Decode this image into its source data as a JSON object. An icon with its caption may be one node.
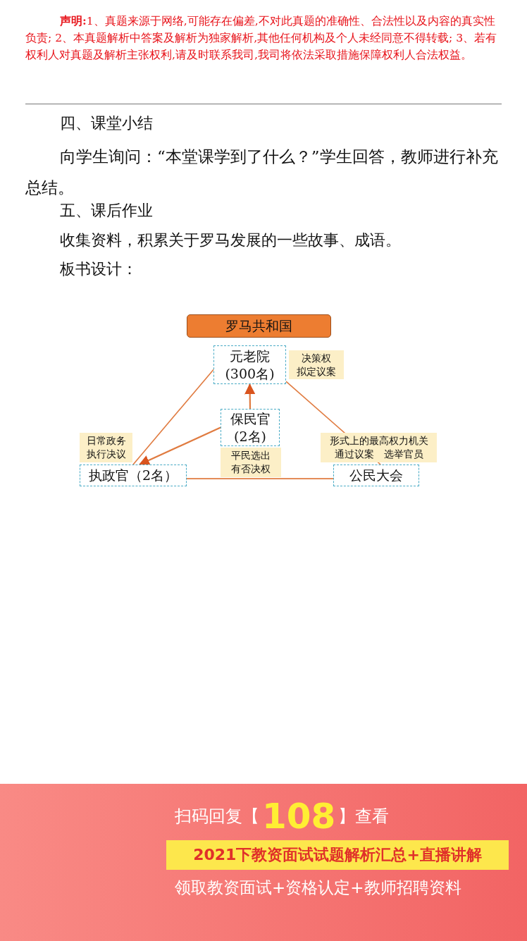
{
  "diagram": {
    "nodes": [
      {
        "text": [
          "罗马共和国"
        ]
      },
      {
        "text": [
          "元老院(300名)"
        ],
        "beside": [
          "决策权拟定议案"
        ]
      },
      {
        "text": [
          "保民官(2名)"
        ],
        "beside": [
          "平民选出有否决权"
        ]
      },
      {
        "text": [
          "执政官（2名）"
        ],
        "beside": [
          "日常政务执行决议"
        ]
      },
      {
        "text": [
          "公民大会"
        ],
        "beside": [
          "形式上的最高权力机关通过议案　选举官员"
        ]
      }
    ],
    "edges": [
      {
        "from": 3,
        "to": 1,
        "arrow": "none"
      },
      {
        "from": 2,
        "to": 1,
        "arrow": "to"
      },
      {
        "from": 2,
        "to": 3,
        "arrow": "to"
      },
      {
        "from": 1,
        "to": 4,
        "arrow": "none"
      },
      {
        "from": 3,
        "to": 4,
        "arrow": "none"
      }
    ],
    "labels": [
      "**声明:**1、真题来源于网络,可能存在偏差,不对此真题的准确性、合法性以及内容的真实性负责; 2、本真题解析中答案及解析为独家解析,其他任何机构及个人未经同意不得转载; 3、若有权利人对真题及解析主张权利,请及时联系我司,我司将依法采取措施保障权利人合法权益。",
      "四、课堂小结",
      "向学生询问：“本堂课学到了什么？”学生回答，教师进行补充总结。",
      "五、课后作业",
      "收集资料，积累关于罗马发展的一些故事、成语。",
      "板书设计：",
      "扫码回复【",
      "108",
      "】查看",
      "2021下教资面试试题解析汇总+直播讲解",
      "领取教资面试+资格认定+教师招聘资料"
    ]
  }
}
